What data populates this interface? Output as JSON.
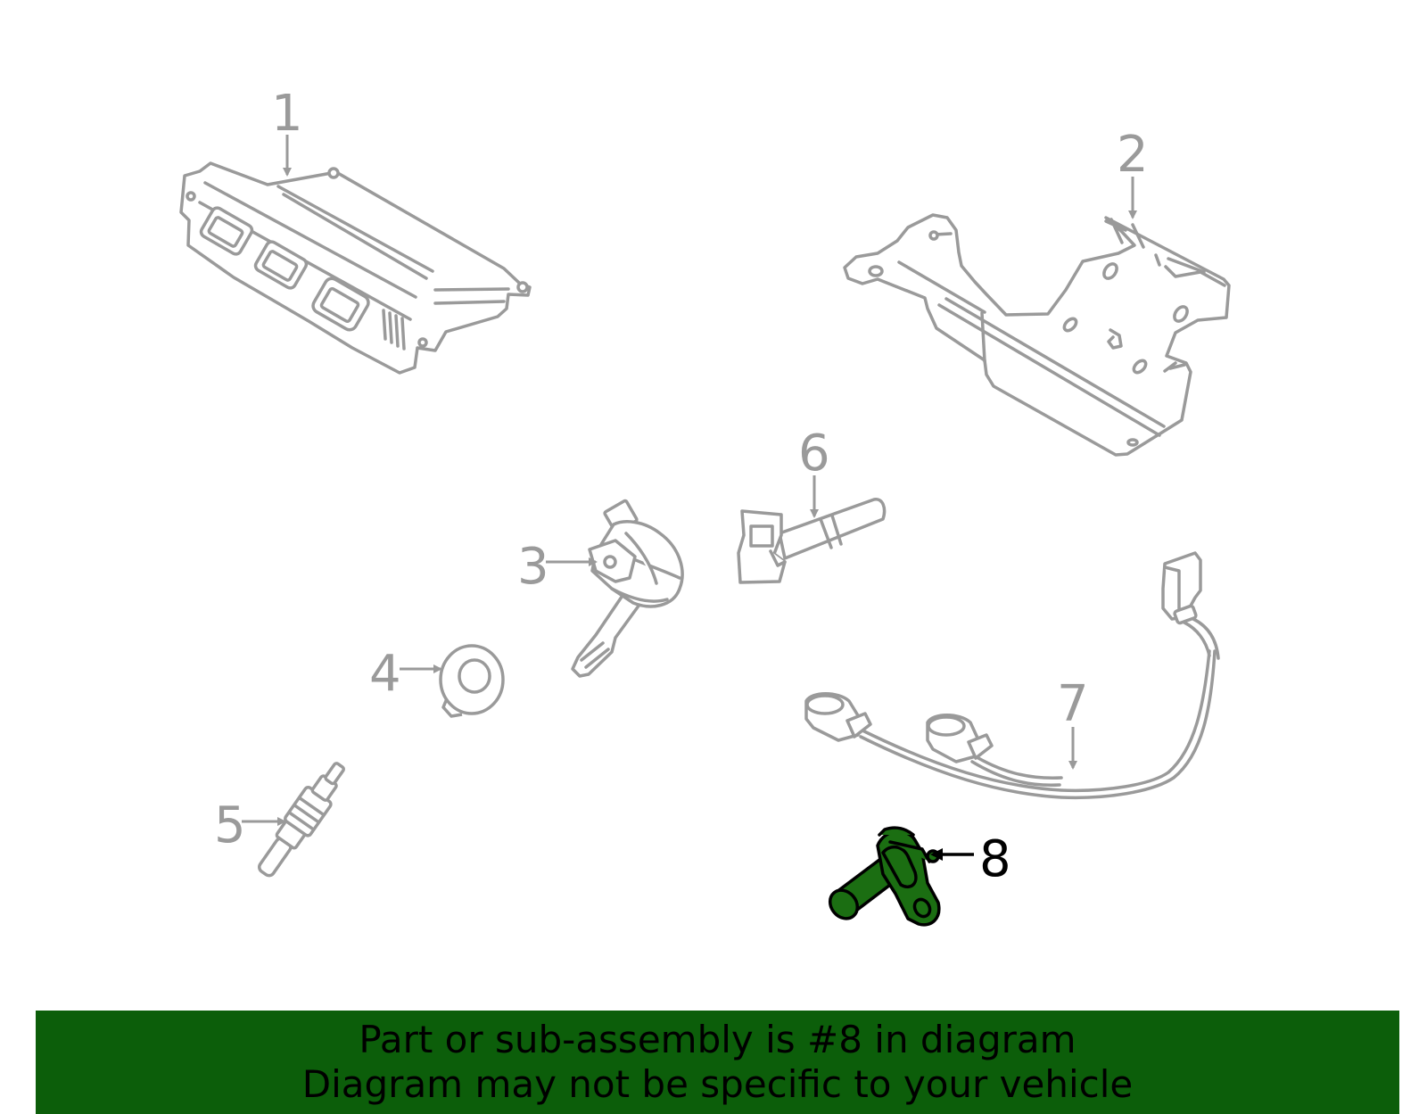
{
  "colors": {
    "line_gray": "#9a9a9a",
    "highlight_green": "#1b6e12",
    "highlight_outline": "#000000",
    "banner_bg": "#0c5e0a",
    "banner_text": "#000000"
  },
  "highlighted_part": "8",
  "callouts": [
    {
      "id": "1",
      "label": "1",
      "part_icon": "engine-control-module-icon"
    },
    {
      "id": "2",
      "label": "2",
      "part_icon": "mounting-bracket-icon"
    },
    {
      "id": "3",
      "label": "3",
      "part_icon": "ignition-coil-icon"
    },
    {
      "id": "4",
      "label": "4",
      "part_icon": "grommet-icon"
    },
    {
      "id": "5",
      "label": "5",
      "part_icon": "spark-plug-icon"
    },
    {
      "id": "6",
      "label": "6",
      "part_icon": "sensor-icon"
    },
    {
      "id": "7",
      "label": "7",
      "part_icon": "knock-sensor-harness-icon"
    },
    {
      "id": "8",
      "label": "8",
      "part_icon": "crankshaft-position-sensor-icon"
    }
  ],
  "banner": {
    "line1": "Part or sub-assembly is #8 in diagram",
    "line2": "Diagram may not be specific to your vehicle"
  }
}
